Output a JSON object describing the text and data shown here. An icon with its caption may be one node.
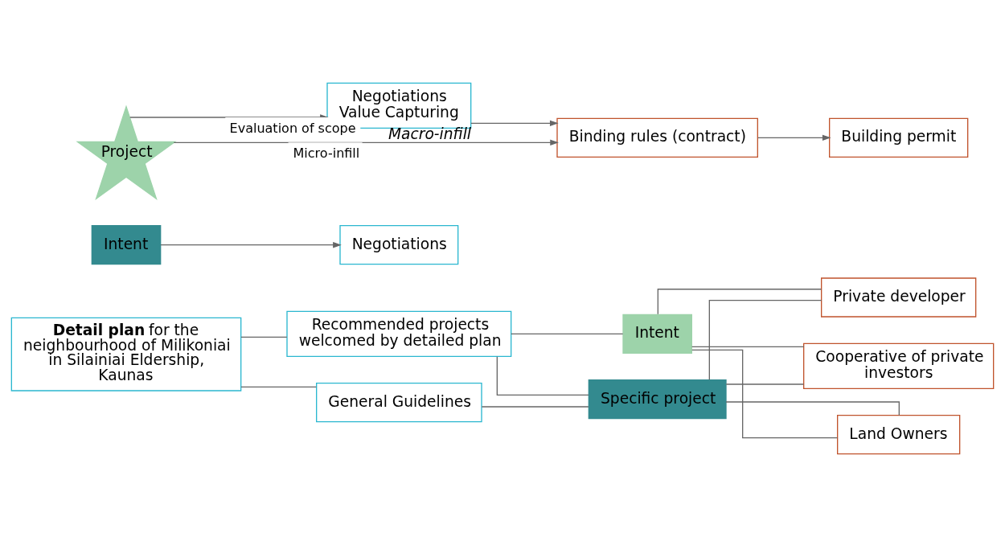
{
  "diagram": {
    "nodes": [
      {
        "text": [
          "**Detail plan** for the neighbourhood of Milikoniai in Silainiai Eldership, Kaunas"
        ]
      },
      {
        "text": [
          "Recommended projects welcomed by detailed plan"
        ]
      },
      {
        "text": [
          "General Guidelines"
        ]
      },
      {
        "text": [
          "Intent"
        ]
      },
      {
        "text": [
          "Specific project"
        ]
      },
      {
        "text": [
          "Private developer"
        ]
      },
      {
        "text": [
          "Cooperative of private investors"
        ]
      },
      {
        "text": [
          "Land Owners"
        ]
      },
      {
        "text": [
          "Intent"
        ]
      },
      {
        "text": [
          "Negotiations"
        ]
      },
      {
        "text": [
          "Project"
        ]
      },
      {
        "text": [
          "Negotiations",
          "Value Capturing"
        ],
        "beside": [
          "Macro-infill"
        ]
      },
      {
        "text": [
          "Binding rules (contract)"
        ]
      },
      {
        "text": [
          "Building permit"
        ]
      }
    ],
    "edges": [
      {
        "from": 0,
        "to": 1,
        "arrow": "none"
      },
      {
        "from": 0,
        "to": 2,
        "arrow": "none"
      },
      {
        "from": 1,
        "to": 3,
        "arrow": "none"
      },
      {
        "from": 1,
        "to": 4,
        "arrow": "none"
      },
      {
        "from": 2,
        "to": 4,
        "arrow": "none"
      },
      {
        "from": 3,
        "to": 5,
        "arrow": "none"
      },
      {
        "from": 3,
        "to": 6,
        "arrow": "none"
      },
      {
        "from": 3,
        "to": 7,
        "arrow": "none"
      },
      {
        "from": 4,
        "to": 5,
        "arrow": "none"
      },
      {
        "from": 4,
        "to": 6,
        "arrow": "none"
      },
      {
        "from": 4,
        "to": 7,
        "arrow": "none"
      },
      {
        "from": 8,
        "to": 9,
        "arrow": "to"
      },
      {
        "from": 10,
        "to": 11,
        "label": "Evaluation of scope",
        "arrow": "to"
      },
      {
        "from": 10,
        "to": 12,
        "label": "Micro-infill",
        "arrow": "to"
      },
      {
        "from": 11,
        "to": 12,
        "arrow": "to"
      },
      {
        "from": 12,
        "to": 13,
        "arrow": "to"
      }
    ]
  }
}
